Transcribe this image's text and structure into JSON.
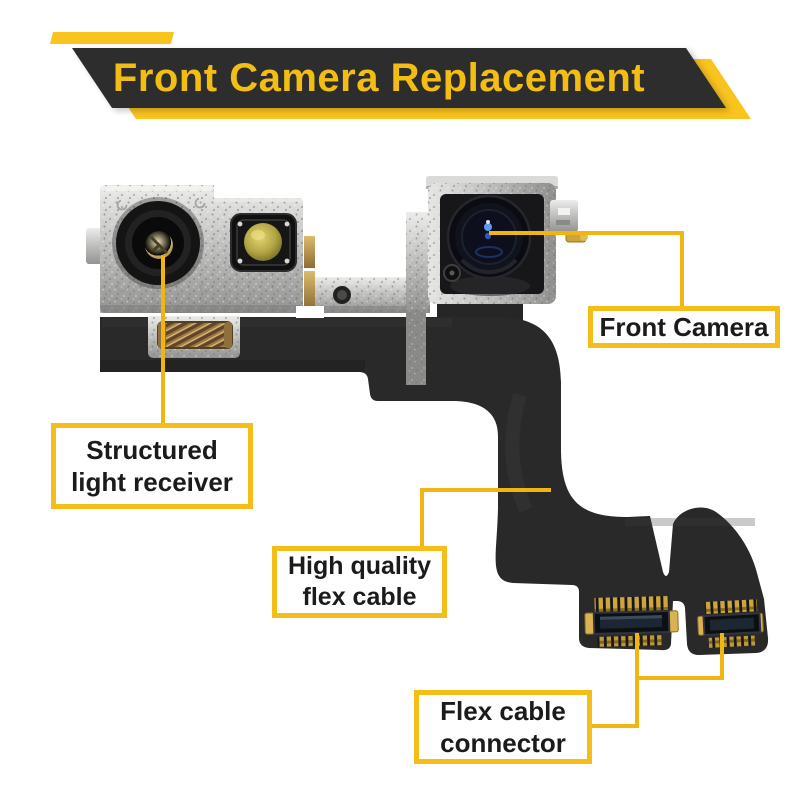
{
  "banner": {
    "title": "Front Camera Replacement"
  },
  "callouts": {
    "front_camera": {
      "label": "Front Camera"
    },
    "structured_light": {
      "line1": "Structured",
      "line2": "light receiver"
    },
    "flex_cable": {
      "line1": "High quality",
      "line2": "flex cable"
    },
    "connector": {
      "line1": "Flex cable",
      "line2": "connector"
    }
  },
  "colors": {
    "accent_yellow": "#F1B511",
    "box_border": "#F5BD17",
    "banner_dark": "#2D2D2D",
    "banner_yellow": "#FAC41F",
    "banner_text": "#F3BE14",
    "label_text": "#1B1B1B"
  }
}
